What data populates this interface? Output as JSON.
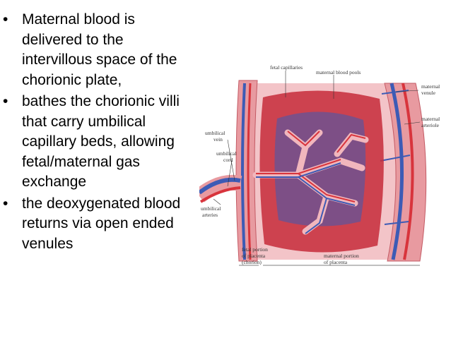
{
  "bullets": [
    "Maternal blood is\ndelivered to the\nintervillous space of the\nchorionic plate,",
    "bathes the chorionic villi\nthat carry umbilical\ncapillary beds, allowing\nfetal/maternal gas\nexchange",
    "the deoxygenated blood\nreturns via open ended\nvenules"
  ],
  "bullet_glyph": "•",
  "diagram": {
    "labels": {
      "fetal_capillaries": "fetal capillaries",
      "maternal_blood_pools": "maternal blood pools",
      "maternal_venule_1": "maternal",
      "maternal_venule_2": "venule",
      "maternal_arteriole_1": "maternal",
      "maternal_arteriole_2": "arteriole",
      "umbilical_vein_1": "umbilical",
      "umbilical_vein_2": "vein",
      "umbilical_cord_1": "umbilical",
      "umbilical_cord_2": "cord",
      "umbilical_arteries_1": "umbilical",
      "umbilical_arteries_2": "arteries",
      "fetal_portion_1": "fetal portion",
      "fetal_portion_2": "of placenta",
      "fetal_portion_3": "(chorion)",
      "maternal_portion_1": "maternal portion",
      "maternal_portion_2": "of placenta"
    },
    "colors": {
      "tissue": "#e89aa0",
      "tissue_dark": "#d76a74",
      "blood_pool": "#c62c3a",
      "vein_blue": "#3d5bb5",
      "artery_red": "#d8343c",
      "background_pink": "#f3c4c8"
    }
  }
}
